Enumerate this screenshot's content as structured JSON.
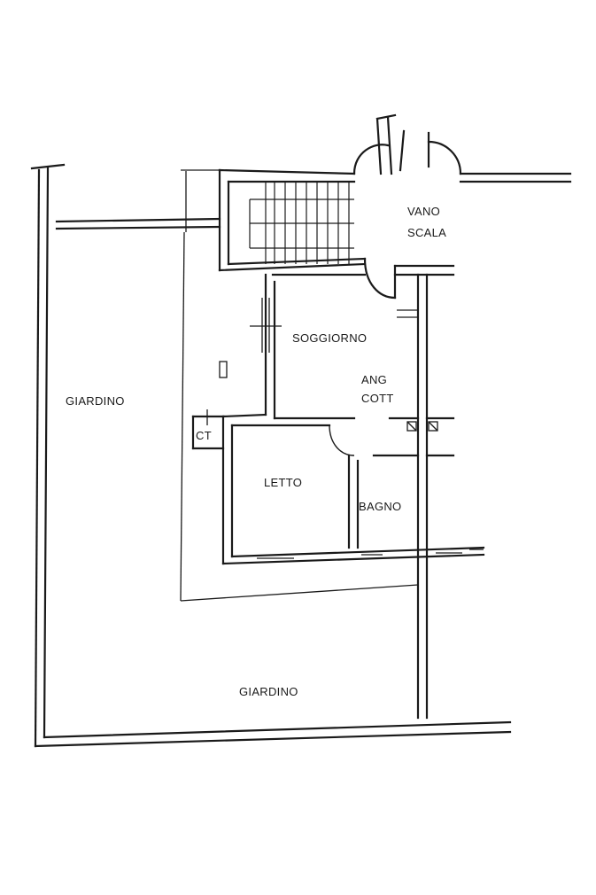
{
  "rooms": {
    "vano_scala_line1": "VANO",
    "vano_scala_line2": "SCALA",
    "soggiorno": "SOGGIORNO",
    "ang_cott_line1": "ANG",
    "ang_cott_line2": "COTT",
    "letto": "LETTO",
    "bagno": "BAGNO",
    "giardino_left": "GIARDINO",
    "giardino_bottom": "GIARDINO",
    "ct": "CT"
  },
  "colors": {
    "ink": "#1a1a1a",
    "paper": "#ffffff"
  }
}
